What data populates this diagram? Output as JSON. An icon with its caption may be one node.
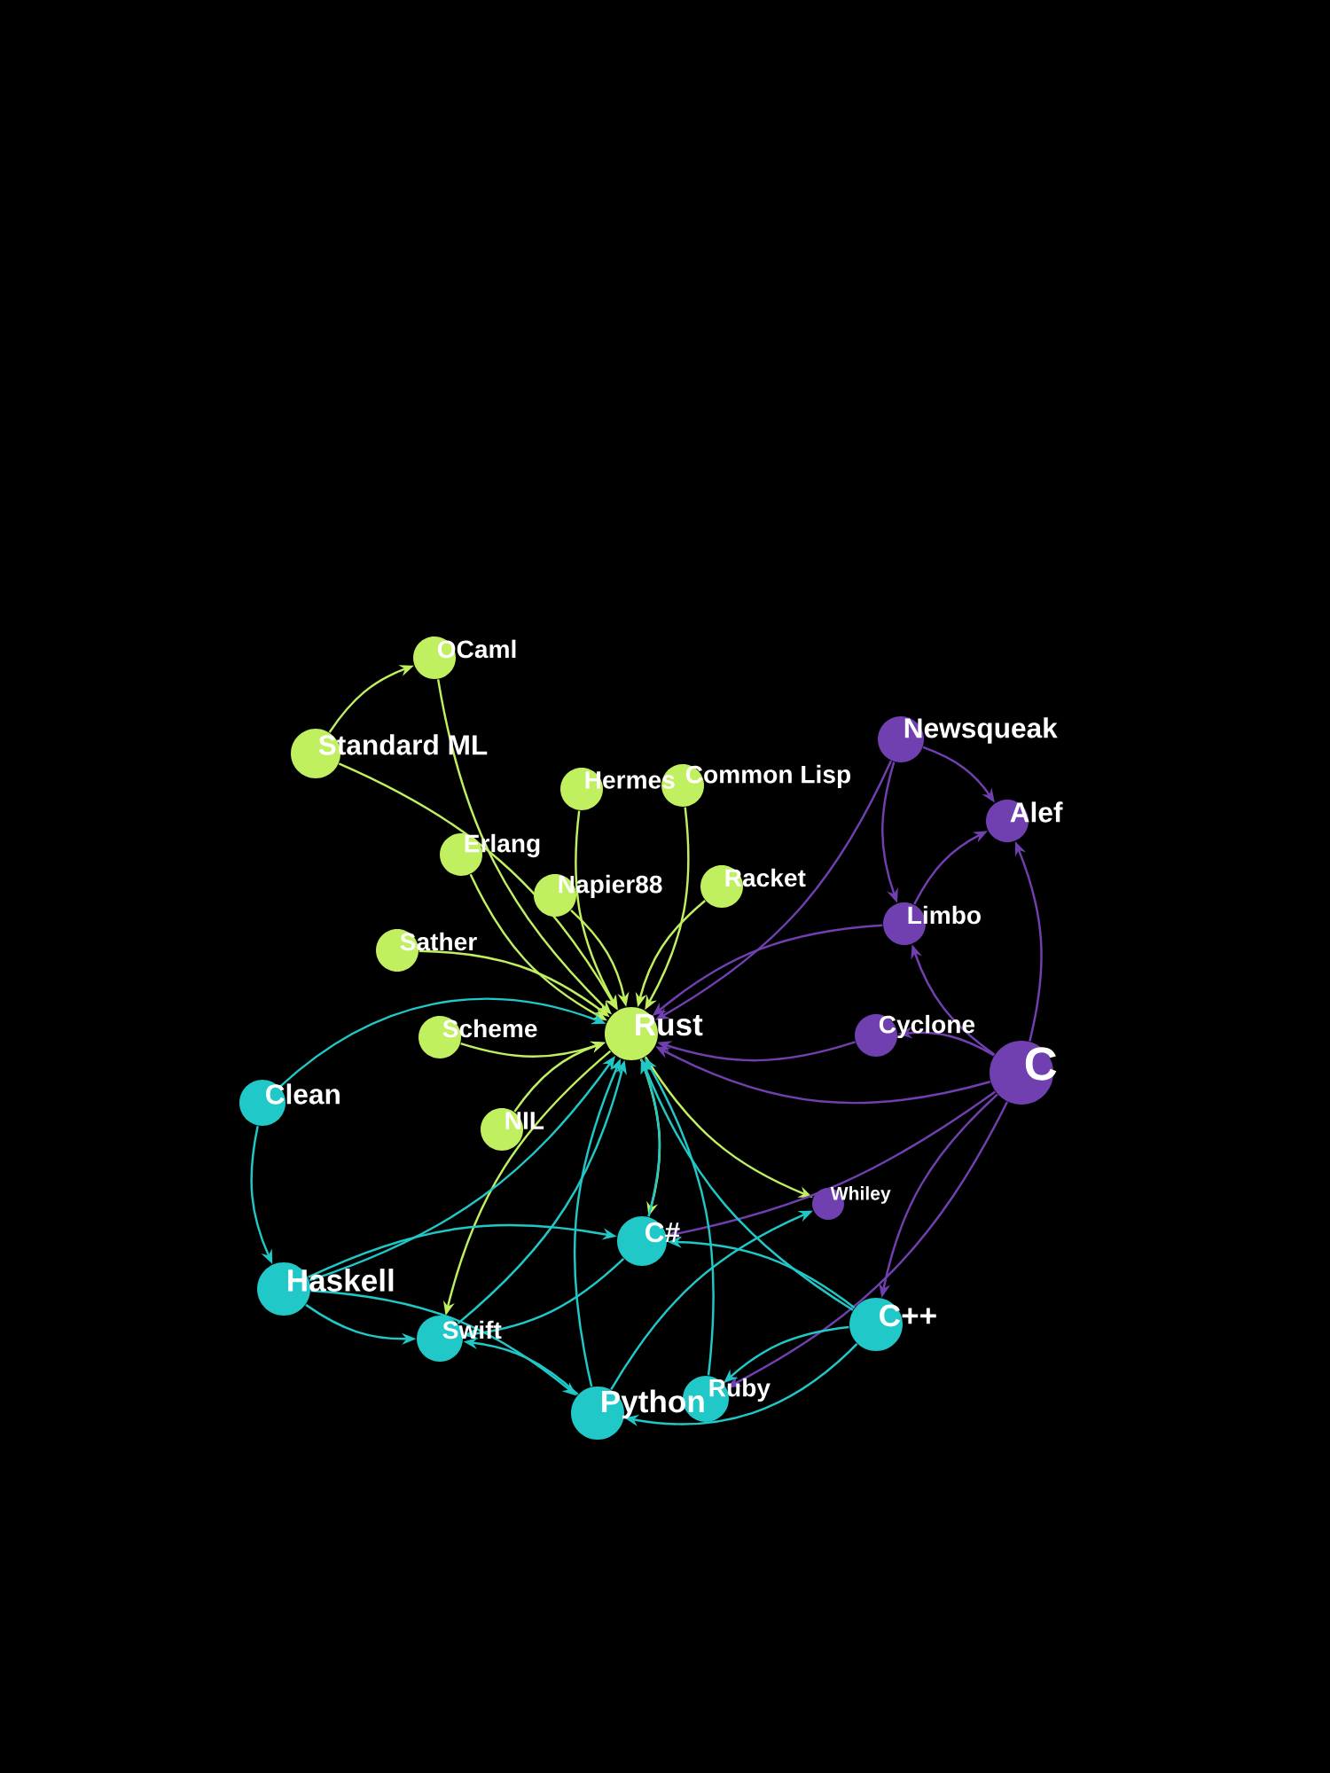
{
  "diagram": {
    "nodes": [
      {
        "text": [
          "OCaml"
        ]
      },
      {
        "text": [
          "Standard ML"
        ]
      },
      {
        "text": [
          "Hermes"
        ]
      },
      {
        "text": [
          "Common Lisp"
        ]
      },
      {
        "text": [
          "Erlang"
        ]
      },
      {
        "text": [
          "Napier88"
        ]
      },
      {
        "text": [
          "Racket"
        ]
      },
      {
        "text": [
          "Sather"
        ]
      },
      {
        "text": [
          "Scheme"
        ]
      },
      {
        "text": [
          "Rust"
        ]
      },
      {
        "text": [
          "NIL"
        ]
      },
      {
        "text": [
          "Newsqueak"
        ]
      },
      {
        "text": [
          "Alef"
        ]
      },
      {
        "text": [
          "Limbo"
        ]
      },
      {
        "text": [
          "Cyclone"
        ]
      },
      {
        "text": [
          "C"
        ]
      },
      {
        "text": [
          "Whiley"
        ]
      },
      {
        "text": [
          "Clean"
        ]
      },
      {
        "text": [
          "Haskell"
        ]
      },
      {
        "text": [
          "C#"
        ]
      },
      {
        "text": [
          "Swift"
        ]
      },
      {
        "text": [
          "C++"
        ]
      },
      {
        "text": [
          "Ruby"
        ]
      },
      {
        "text": [
          "Python"
        ]
      }
    ],
    "edges": [
      {
        "from": 1,
        "to": 0,
        "arrow": "to",
        "color": "#c0f060"
      },
      {
        "from": 0,
        "to": 9,
        "arrow": "to",
        "color": "#c0f060"
      },
      {
        "from": 1,
        "to": 9,
        "arrow": "to",
        "color": "#c0f060"
      },
      {
        "from": 2,
        "to": 9,
        "arrow": "to",
        "color": "#c0f060"
      },
      {
        "from": 3,
        "to": 9,
        "arrow": "to",
        "color": "#c0f060"
      },
      {
        "from": 4,
        "to": 9,
        "arrow": "to",
        "color": "#c0f060"
      },
      {
        "from": 5,
        "to": 9,
        "arrow": "to",
        "color": "#c0f060"
      },
      {
        "from": 6,
        "to": 9,
        "arrow": "to",
        "color": "#c0f060"
      },
      {
        "from": 7,
        "to": 9,
        "arrow": "to",
        "color": "#c0f060"
      },
      {
        "from": 8,
        "to": 9,
        "arrow": "to",
        "color": "#c0f060"
      },
      {
        "from": 10,
        "to": 9,
        "arrow": "to",
        "color": "#c0f060"
      },
      {
        "from": 9,
        "to": 16,
        "arrow": "to",
        "color": "#c0f060"
      },
      {
        "from": 9,
        "to": 19,
        "arrow": "to",
        "color": "#c0f060"
      },
      {
        "from": 9,
        "to": 20,
        "arrow": "to",
        "color": "#c0f060"
      },
      {
        "from": 11,
        "to": 12,
        "arrow": "to",
        "color": "#7040b0"
      },
      {
        "from": 11,
        "to": 13,
        "arrow": "to",
        "color": "#7040b0"
      },
      {
        "from": 11,
        "to": 9,
        "arrow": "to",
        "color": "#7040b0"
      },
      {
        "from": 13,
        "to": 9,
        "arrow": "to",
        "color": "#7040b0"
      },
      {
        "from": 13,
        "to": 12,
        "arrow": "to",
        "color": "#7040b0"
      },
      {
        "from": 15,
        "to": 12,
        "arrow": "to",
        "color": "#7040b0"
      },
      {
        "from": 15,
        "to": 13,
        "arrow": "to",
        "color": "#7040b0"
      },
      {
        "from": 15,
        "to": 14,
        "arrow": "to",
        "color": "#7040b0"
      },
      {
        "from": 14,
        "to": 9,
        "arrow": "to",
        "color": "#7040b0"
      },
      {
        "from": 15,
        "to": 9,
        "arrow": "to",
        "color": "#7040b0"
      },
      {
        "from": 15,
        "to": 19,
        "arrow": "to",
        "color": "#7040b0"
      },
      {
        "from": 15,
        "to": 21,
        "arrow": "to",
        "color": "#7040b0"
      },
      {
        "from": 15,
        "to": 22,
        "arrow": "to",
        "color": "#7040b0"
      },
      {
        "from": 17,
        "to": 18,
        "arrow": "to"
      },
      {
        "from": 17,
        "to": 9,
        "arrow": "to"
      },
      {
        "from": 18,
        "to": 9,
        "arrow": "to"
      },
      {
        "from": 18,
        "to": 19,
        "arrow": "to"
      },
      {
        "from": 18,
        "to": 20,
        "arrow": "to"
      },
      {
        "from": 18,
        "to": 23,
        "arrow": "to"
      },
      {
        "from": 19,
        "to": 9,
        "arrow": "to"
      },
      {
        "from": 19,
        "to": 20,
        "arrow": "to"
      },
      {
        "from": 20,
        "to": 9,
        "arrow": "to"
      },
      {
        "from": 23,
        "to": 9,
        "arrow": "to"
      },
      {
        "from": 23,
        "to": 20,
        "arrow": "to"
      },
      {
        "from": 23,
        "to": 16,
        "arrow": "to"
      },
      {
        "from": 22,
        "to": 9,
        "arrow": "to"
      },
      {
        "from": 21,
        "to": 9,
        "arrow": "to"
      },
      {
        "from": 21,
        "to": 19,
        "arrow": "to"
      },
      {
        "from": 21,
        "to": 23,
        "arrow": "to"
      },
      {
        "from": 21,
        "to": 22,
        "arrow": "to"
      }
    ]
  }
}
